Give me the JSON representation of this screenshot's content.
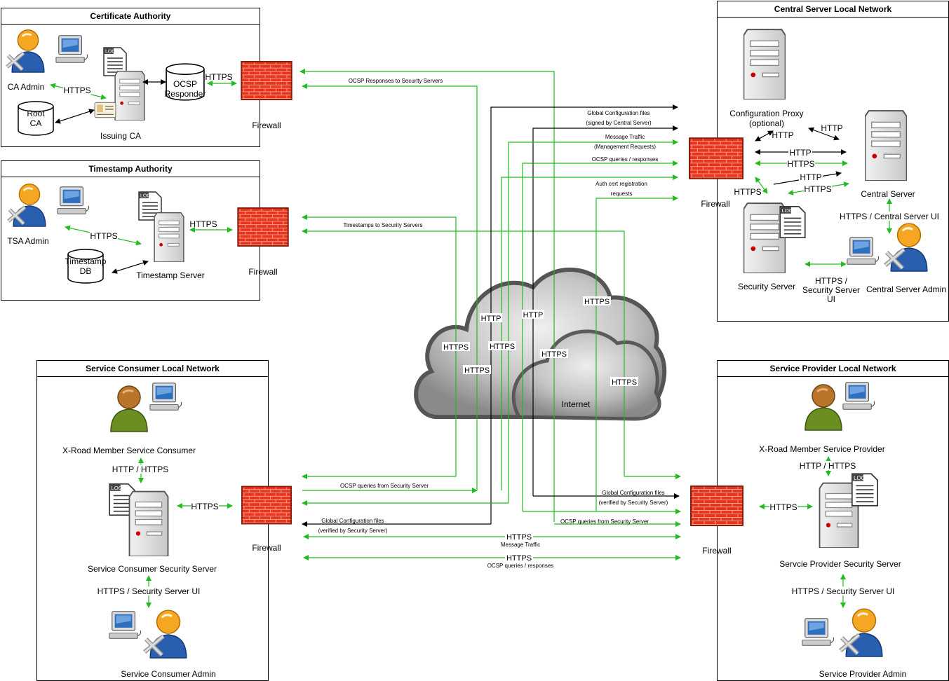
{
  "zones": {
    "ca": {
      "title": "Certificate Authority"
    },
    "tsa": {
      "title": "Timestamp Authority"
    },
    "csln": {
      "title": "Central Server Local Network"
    },
    "scln": {
      "title": "Service Consumer Local Network"
    },
    "spln": {
      "title": "Service Provider Local Network"
    }
  },
  "nodes": {
    "ca_admin": "CA Admin",
    "root_ca": [
      "Root",
      "CA"
    ],
    "issuing_ca": "Issuing CA",
    "ocsp": [
      "OCSP",
      "Responder"
    ],
    "tsa_admin": "TSA Admin",
    "ts_db": [
      "Timestamp",
      "DB"
    ],
    "ts_server": "Timestamp Server",
    "firewall": "Firewall",
    "config_proxy": [
      "Configuration Proxy",
      "(optional)"
    ],
    "central_server": "Central Server",
    "cs_security_server": "Security Server",
    "cs_admin": "Central Server Admin",
    "cs_ss_ui": [
      "HTTPS /",
      "Security Server",
      "UI"
    ],
    "cs_ui": "HTTPS / Central Server UI",
    "internet": "Internet",
    "member_consumer": "X-Road Member Service Consumer",
    "sc_security_server": "Service Consumer Security Server",
    "sc_admin": "Service Consumer Admin",
    "member_provider": "X-Road Member Service Provider",
    "sp_security_server": "Servcie Provider Security Server",
    "sp_admin": "Service Provider Admin"
  },
  "protocols": {
    "http": "HTTP",
    "https": "HTTPS",
    "http_https": "HTTP / HTTPS",
    "https_ssui": "HTTPS / Security Server UI"
  },
  "flows": {
    "ocsp_resp": "OCSP Responses to Security Servers",
    "ts_to_ss": "Timestamps to Security Servers",
    "gconf_signed": [
      "Global Configuration files",
      "(signed by Central Server)"
    ],
    "msg_mgmt": [
      "Message Traffic",
      "(Management Requests)"
    ],
    "ocsp_qr": "OCSP queries / responses",
    "auth_cert": [
      "Auth cert registration",
      "requests"
    ],
    "ocsp_from_ss": "OCSP queries from Security Server",
    "gconf_verified": [
      "Global Configuration files",
      "(verified by Security Server)"
    ],
    "msg_traffic": "Message Traffic",
    "ocsp_qr2": "OCSP queries / responses"
  },
  "colors": {
    "flow_green": "#22bb22",
    "flow_black": "#000000",
    "firewall_red": "#e8341c",
    "cloud_gray": "#9a9a9a"
  }
}
